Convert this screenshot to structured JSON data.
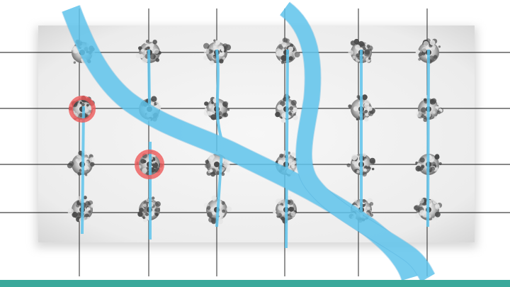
{
  "colors": {
    "background": "#ffffff",
    "panel": "#f0f0f0",
    "grid_line": "#111111",
    "channel": "#5fc4ec",
    "channel_edge": "#2f9fd6",
    "highlight_ring": "#ee5a5a",
    "cluster_light": "#e6e6e6",
    "cluster_dark": "#4a4a4a",
    "footer_bar": "#3aa89a"
  },
  "diagram": {
    "rows": 4,
    "columns": 6,
    "highlighted_cells": [
      {
        "row": 2,
        "column": 1
      },
      {
        "row": 3,
        "column": 2
      }
    ]
  }
}
